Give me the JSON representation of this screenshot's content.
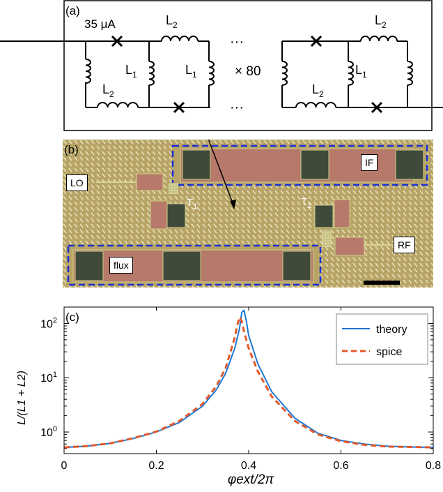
{
  "panel_a": {
    "tag": "(a)",
    "current": "35 μA",
    "l1": "L",
    "l1_sub": "1",
    "l2": "L",
    "l2_sub": "2",
    "ellipsis": "···",
    "repeat": "× 80"
  },
  "panel_b": {
    "tag": "(b)",
    "lo": "LO",
    "if": "IF",
    "rf": "RF",
    "flux": "flux",
    "t1": "T",
    "t1_sub": "1",
    "t2": "T",
    "t2_sub": "2",
    "colors": {
      "substrate": "#b7a466",
      "pad": "#b77a6a",
      "dashed_box": "#1a2fd6",
      "scale_bar": "#000000"
    }
  },
  "panel_c": {
    "tag": "(c)",
    "ylabel": "L/(L1 + L2)",
    "xlabel": "φext/2π"
  },
  "chart_data": {
    "type": "line",
    "scale": "log-y",
    "xlim": [
      0,
      0.8
    ],
    "ylim": [
      0.4,
      200
    ],
    "xticks": [
      "0",
      "0.2",
      "0.4",
      "0.6",
      "0.8"
    ],
    "yticks": [
      "10^0",
      "10^1",
      "10^2"
    ],
    "legend_position": "top-right",
    "series": [
      {
        "name": "theory",
        "color": "#1f77d4",
        "style": "solid",
        "x": [
          0,
          0.05,
          0.1,
          0.15,
          0.2,
          0.25,
          0.3,
          0.33,
          0.35,
          0.37,
          0.38,
          0.385,
          0.39,
          0.395,
          0.4,
          0.42,
          0.45,
          0.5,
          0.55,
          0.6,
          0.65,
          0.7,
          0.75,
          0.8
        ],
        "y": [
          0.52,
          0.55,
          0.62,
          0.76,
          1.0,
          1.5,
          3.0,
          6.0,
          12,
          35,
          80,
          160,
          175,
          110,
          60,
          18,
          5.5,
          1.8,
          0.95,
          0.7,
          0.6,
          0.55,
          0.53,
          0.52
        ]
      },
      {
        "name": "spice",
        "color": "#e0592a",
        "style": "dashed",
        "x": [
          0,
          0.05,
          0.1,
          0.15,
          0.2,
          0.25,
          0.3,
          0.33,
          0.35,
          0.37,
          0.375,
          0.38,
          0.385,
          0.39,
          0.4,
          0.42,
          0.45,
          0.5,
          0.55,
          0.6,
          0.65,
          0.7,
          0.75,
          0.8
        ],
        "y": [
          0.52,
          0.55,
          0.62,
          0.77,
          1.02,
          1.6,
          3.3,
          7.0,
          15,
          55,
          90,
          130,
          110,
          70,
          35,
          13,
          4.5,
          1.6,
          0.9,
          0.68,
          0.58,
          0.54,
          0.53,
          0.52
        ]
      }
    ]
  }
}
